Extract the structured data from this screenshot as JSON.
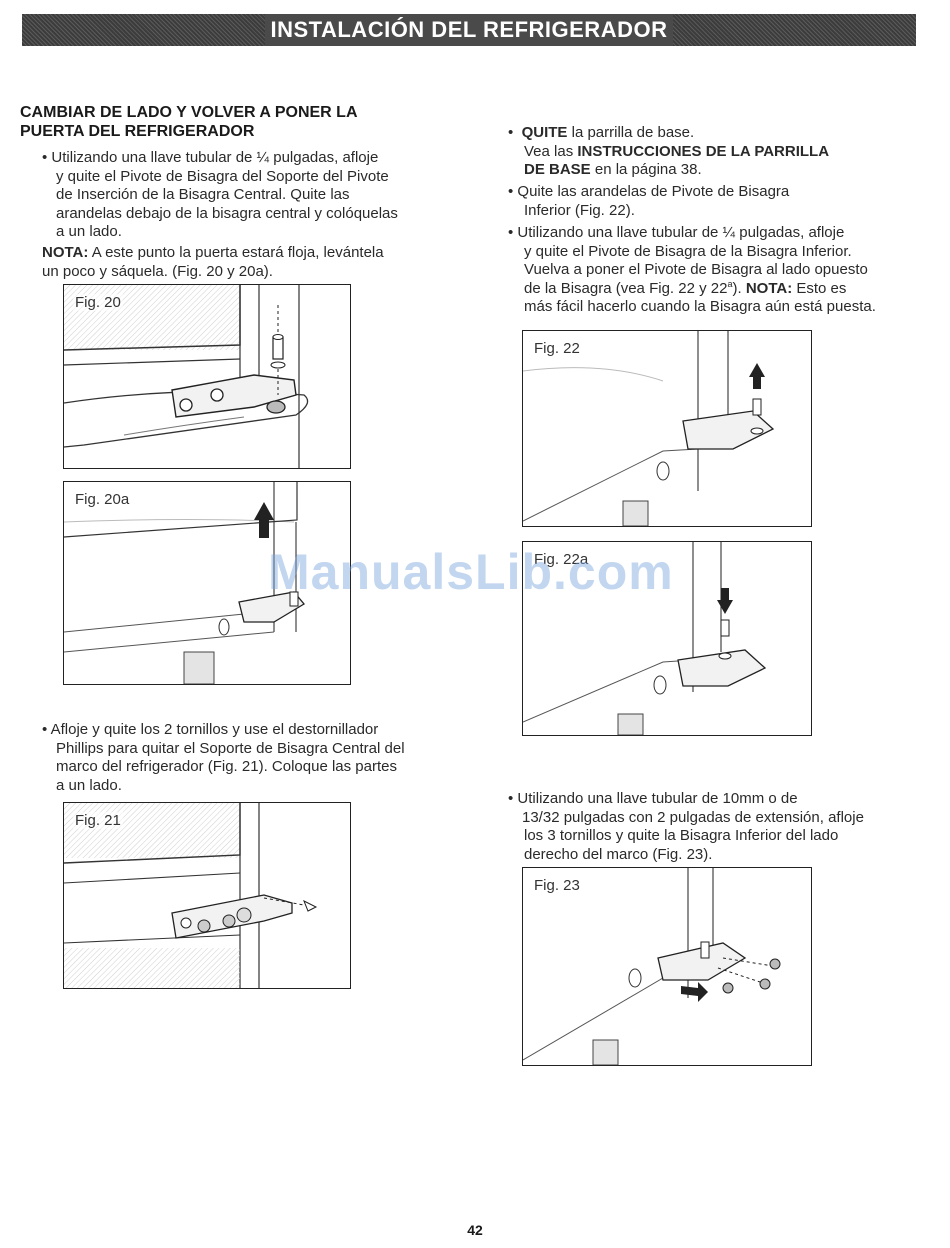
{
  "banner_title": "INSTALACIÓN DEL REFRIGERADOR",
  "section_heading": [
    "CAMBIAR DE LADO Y VOLVER A PONER LA",
    "PUERTA DEL REFRIGERADOR"
  ],
  "left": {
    "p1_lines": [
      "• Utilizando una llave tubular de ¼ pulgadas, afloje",
      "y quite el Pivote de Bisagra del Soporte del Pivote",
      "de Inserción de la Bisagra Central. Quite las",
      "arandelas debajo de la bisagra central y colóquelas",
      "a un lado."
    ],
    "nota_label": "NOTA:",
    "nota_line1": " A este punto la puerta estará floja, levántela",
    "nota_line2": "un poco y sáquela. (Fig. 20 y 20a).",
    "p2_lines": [
      "•  Afloje y quite los 2 tornillos y use el destornillador",
      "Phillips para quitar el Soporte de Bisagra Central del",
      "marco del refrigerador (Fig. 21). Coloque las partes",
      "a un lado."
    ]
  },
  "right": {
    "quite_label": "QUITE",
    "quite_rest": " la parrilla de base.",
    "vea_text": "Vea las ",
    "instr_label": "INSTRUCCIONES DE LA PARRILLA",
    "base_label": "DE BASE",
    "pagina_text": " en la página 38.",
    "b2_lines": [
      "•  Quite las arandelas de Pivote de Bisagra",
      "Inferior (Fig. 22)."
    ],
    "b3_line1": "•  Utilizando una llave tubular de ¼ pulgadas, afloje",
    "b3_line2": "y quite el Pivote de Bisagra de la Bisagra Inferior.",
    "b3_line3": "Vuelva a poner el Pivote de Bisagra al lado opuesto",
    "b3_line4a": "de la Bisagra (vea Fig. 22 y 22",
    "b3_sup": "a",
    "b3_line4b": "). ",
    "b3_nota": "NOTA:",
    "b3_line4c": " Esto es",
    "b3_line5": "más fácil hacerlo cuando la Bisagra aún está puesta.",
    "b4_lines": [
      "•  Utilizando una llave tubular de 10mm o de",
      "13/32 pulgadas con 2 pulgadas de extensión, afloje",
      "los 3 tornillos y quite la Bisagra Inferior del lado",
      "derecho del marco (Fig. 23)."
    ]
  },
  "figures": {
    "fig20": "Fig. 20",
    "fig20a": "Fig. 20a",
    "fig21": "Fig. 21",
    "fig22": "Fig. 22",
    "fig22a": "Fig. 22a",
    "fig23": "Fig. 23"
  },
  "watermark": "ManualsLib.com",
  "page_number": "42"
}
